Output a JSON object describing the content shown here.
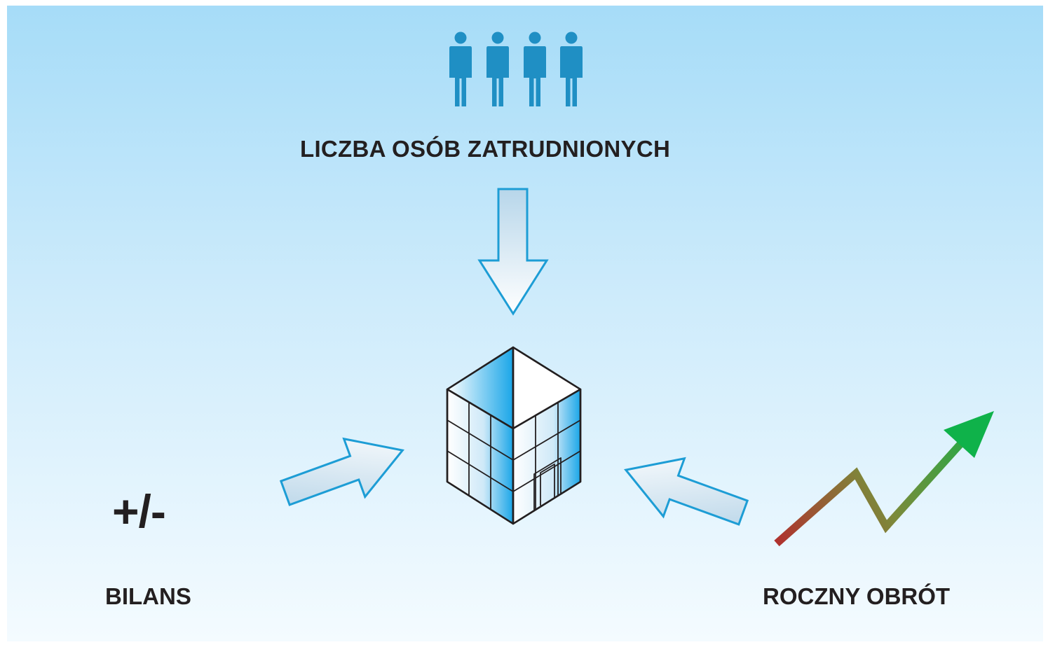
{
  "labels": {
    "employees": "LICZBA OSÓB ZATRUDNIONYCH",
    "balance_symbol": "+/-",
    "balance": "BILANS",
    "turnover": "ROCZNY OBRÓT"
  },
  "colors": {
    "background_top": "#a6dcf8",
    "background_bottom": "#f4fbff",
    "person_icon": "#1f8fc4",
    "arrow_outline": "#1d9dd5",
    "building_blue": "#1aa6e8",
    "trend_start": "#b0302e",
    "trend_end": "#0fb24a",
    "text": "#231f20"
  },
  "icons": {
    "employees": "people-group-icon",
    "company": "office-building-icon",
    "turnover": "growth-trend-arrow-icon"
  }
}
